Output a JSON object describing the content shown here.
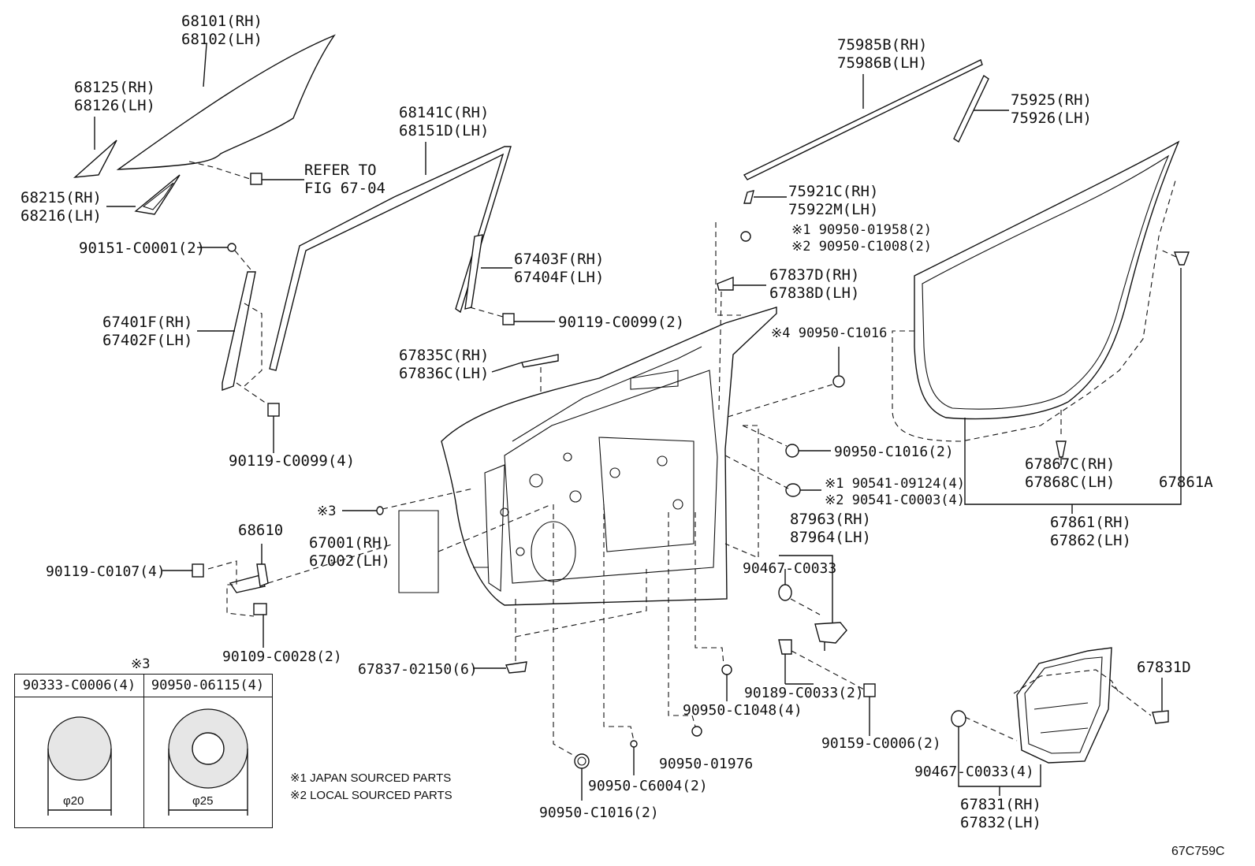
{
  "diagram_code": "67C759C",
  "labels": {
    "p68101": "68101(RH)\n68102(LH)",
    "p68125": "68125(RH)\n68126(LH)",
    "p68215": "68215(RH)\n68216(LH)",
    "refer": "REFER TO\nFIG 67-04",
    "p90151": "90151-C0001(2)",
    "p67401": "67401F(RH)\n67402F(LH)",
    "p90119_4": "90119-C0099(4)",
    "p68141": "68141C(RH)\n68151D(LH)",
    "p67403": "67403F(RH)\n67404F(LH)",
    "p90119_2": "90119-C0099(2)",
    "p67835": "67835C(RH)\n67836C(LH)",
    "p75985": "75985B(RH)\n75986B(LH)",
    "p75925": "75925(RH)\n75926(LH)",
    "p75921": "75921C(RH)\n75922M(LH)",
    "p90950_01958": "※1 90950-01958(2)\n※2 90950-C1008(2)",
    "p67837d": "67837D(RH)\n67838D(LH)",
    "p90950_c1016_4": "※4 90950-C1016",
    "p90950_c1016_2": "90950-C1016(2)",
    "p90541": "※1 90541-09124(4)\n※2 90541-C0003(4)",
    "p87963": "87963(RH)\n87964(LH)",
    "p90467": "90467-C0033",
    "p67867": "67867C(RH)\n67868C(LH)",
    "p67861a": "67861A",
    "p67861": "67861(RH)\n67862(LH)",
    "star3": "※3",
    "p68610": "68610",
    "p67001": "67001(RH)\n67002(LH)",
    "p90119_c0107": "90119-C0107(4)",
    "p90109": "90109-C0028(2)",
    "p67837_02150": "67837-02150(6)",
    "p90950_c1048": "90950-C1048(4)",
    "p90189": "90189-C0033(2)",
    "p90159": "90159-C0006(2)",
    "p90950_01976": "90950-01976",
    "p90950_c6004": "90950-C6004(2)",
    "p90950_c1016_b": "90950-C1016(2)",
    "p67831d": "67831D",
    "p90467_4": "90467-C0033(4)",
    "p67831": "67831(RH)\n67832(LH)"
  },
  "legend": {
    "title": "※3",
    "col1_part": "90333-C0006(4)",
    "col2_part": "90950-06115(4)",
    "col1_dim": "φ20",
    "col2_dim": "φ25"
  },
  "notes": {
    "note1": "※1 JAPAN SOURCED PARTS",
    "note2": "※2 LOCAL SOURCED PARTS"
  }
}
